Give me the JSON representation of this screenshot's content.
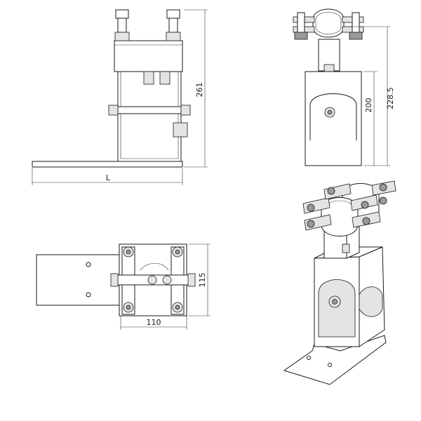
{
  "views": {
    "front": {
      "height_label": "261",
      "width_label": "L"
    },
    "side": {
      "height_outer_label": "228.5",
      "height_inner_label": "200"
    },
    "top": {
      "depth_label": "115",
      "width_label": "110"
    },
    "iso": {}
  }
}
